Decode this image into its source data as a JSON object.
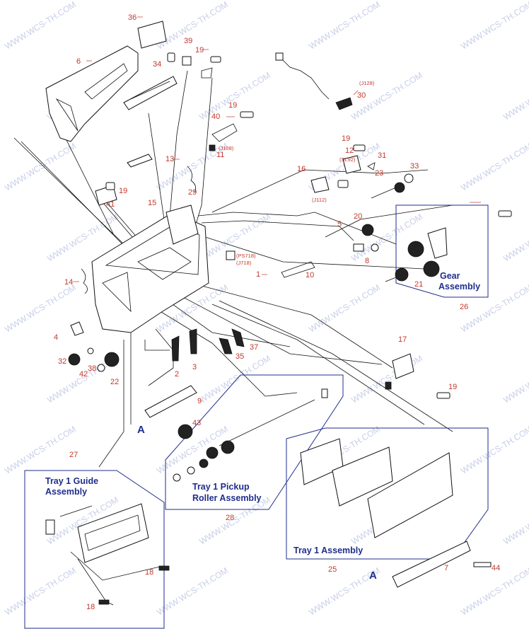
{
  "watermark": "WWW.WCS-TH.COM",
  "colors": {
    "callout": "#c0392b",
    "assembly": "#1f2e8c",
    "line": "#111111",
    "watermark": "#9aa7d6"
  },
  "assemblies": [
    {
      "id": "gear",
      "lines": [
        "Gear",
        "Assembly"
      ],
      "number": "26"
    },
    {
      "id": "pickup",
      "lines": [
        "Tray 1 Pickup",
        "Roller Assembly"
      ],
      "number": "28"
    },
    {
      "id": "guide",
      "lines": [
        "Tray 1 Guide",
        "Assembly"
      ],
      "number": "27"
    },
    {
      "id": "tray",
      "lines": [
        "Tray 1 Assembly"
      ],
      "number": "25"
    }
  ],
  "markers": [
    "A",
    "A"
  ],
  "connectors": [
    "(J128)",
    "(J108)",
    "(SL92)",
    "(J112)",
    "(PS718)",
    "(J718)"
  ],
  "callouts": [
    "36",
    "39",
    "19",
    "6",
    "34",
    "30",
    "19",
    "40",
    "13",
    "12",
    "31",
    "11",
    "33",
    "23",
    "16",
    "19",
    "41",
    "29",
    "15",
    "19",
    "20",
    "5",
    "8",
    "14",
    "1",
    "10",
    "21",
    "4",
    "32",
    "38",
    "42",
    "22",
    "2",
    "3",
    "35",
    "37",
    "17",
    "19",
    "9",
    "43",
    "18",
    "18",
    "7",
    "44"
  ]
}
